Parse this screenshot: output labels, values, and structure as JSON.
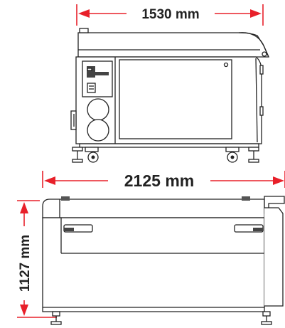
{
  "dimensions": {
    "depth": "1530 mm",
    "width": "2125 mm",
    "height": "1127 mm"
  },
  "colors": {
    "dimension_line": "#e8202a",
    "outline": "#222222",
    "background": "#ffffff"
  }
}
